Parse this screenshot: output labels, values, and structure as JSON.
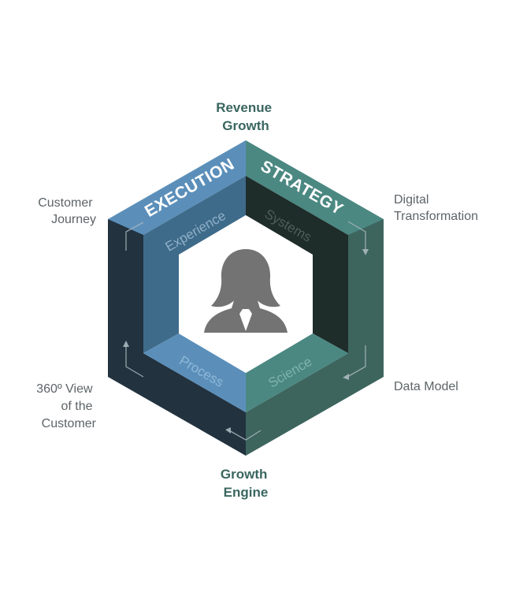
{
  "poles": {
    "top": [
      "Revenue",
      "Growth"
    ],
    "bottom": [
      "Growth",
      "Engine"
    ]
  },
  "faces": {
    "left_title": "EXECUTION",
    "right_title": "STRATEGY"
  },
  "facets": {
    "experience": "Experience",
    "systems": "Systems",
    "process": "Process",
    "science": "Science"
  },
  "side_labels": {
    "customer_journey": [
      "Customer",
      "Journey"
    ],
    "digital_transformation": [
      "Digital",
      "Transformation"
    ],
    "view_360": [
      "360º View",
      "of the",
      "Customer"
    ],
    "data_model": "Data Model"
  },
  "center_icon": "person-silhouette-icon",
  "colors": {
    "top_left_face": "#5b8fba",
    "top_right_face": "#4b8882",
    "left_side": "#22323f",
    "right_side": "#3d655e",
    "bottom_left_face": "#22323f",
    "bottom_right_face": "#3d655e",
    "inner_top_left": "#3f6b8a",
    "inner_top_right": "#1e2d2a",
    "inner_bottom_left": "#5b8fba",
    "inner_bottom_right": "#4b8882",
    "pole_label": "#3a6660",
    "outer_label": "#5d6468",
    "icon": "#737373"
  }
}
